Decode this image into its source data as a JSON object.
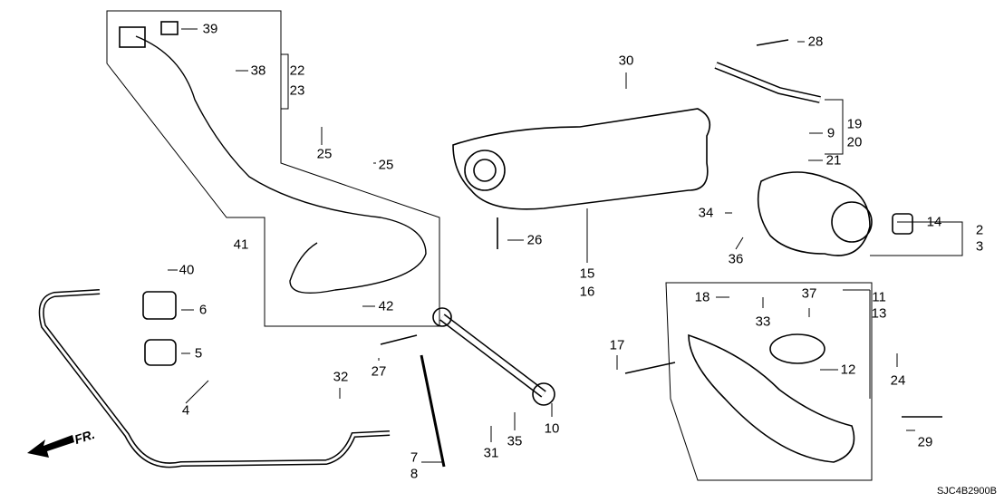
{
  "diagram_code": "SJC4B2900B",
  "direction_label": "FR.",
  "callouts": [
    {
      "id": "c39",
      "text": "39"
    },
    {
      "id": "c38",
      "text": "38"
    },
    {
      "id": "c22",
      "text": "22"
    },
    {
      "id": "c23",
      "text": "23"
    },
    {
      "id": "c25a",
      "text": "25"
    },
    {
      "id": "c25b",
      "text": "25"
    },
    {
      "id": "c41",
      "text": "41"
    },
    {
      "id": "c40",
      "text": "40"
    },
    {
      "id": "c6",
      "text": "6"
    },
    {
      "id": "c5",
      "text": "5"
    },
    {
      "id": "c4",
      "text": "4"
    },
    {
      "id": "c32",
      "text": "32"
    },
    {
      "id": "c27",
      "text": "27"
    },
    {
      "id": "c7",
      "text": "7"
    },
    {
      "id": "c8",
      "text": "8"
    },
    {
      "id": "c42",
      "text": "42"
    },
    {
      "id": "c30",
      "text": "30"
    },
    {
      "id": "c26",
      "text": "26"
    },
    {
      "id": "c15",
      "text": "15"
    },
    {
      "id": "c16",
      "text": "16"
    },
    {
      "id": "c28",
      "text": "28"
    },
    {
      "id": "c9",
      "text": "9"
    },
    {
      "id": "c19",
      "text": "19"
    },
    {
      "id": "c20",
      "text": "20"
    },
    {
      "id": "c21",
      "text": "21"
    },
    {
      "id": "c14",
      "text": "14"
    },
    {
      "id": "c2",
      "text": "2"
    },
    {
      "id": "c3",
      "text": "3"
    },
    {
      "id": "c34",
      "text": "34"
    },
    {
      "id": "c36",
      "text": "36"
    },
    {
      "id": "c18",
      "text": "18"
    },
    {
      "id": "c33",
      "text": "33"
    },
    {
      "id": "c37",
      "text": "37"
    },
    {
      "id": "c11",
      "text": "11"
    },
    {
      "id": "c13",
      "text": "13"
    },
    {
      "id": "c17",
      "text": "17"
    },
    {
      "id": "c24",
      "text": "24"
    },
    {
      "id": "c12",
      "text": "12"
    },
    {
      "id": "c29",
      "text": "29"
    },
    {
      "id": "c10",
      "text": "10"
    },
    {
      "id": "c31",
      "text": "31"
    },
    {
      "id": "c35",
      "text": "35"
    }
  ]
}
